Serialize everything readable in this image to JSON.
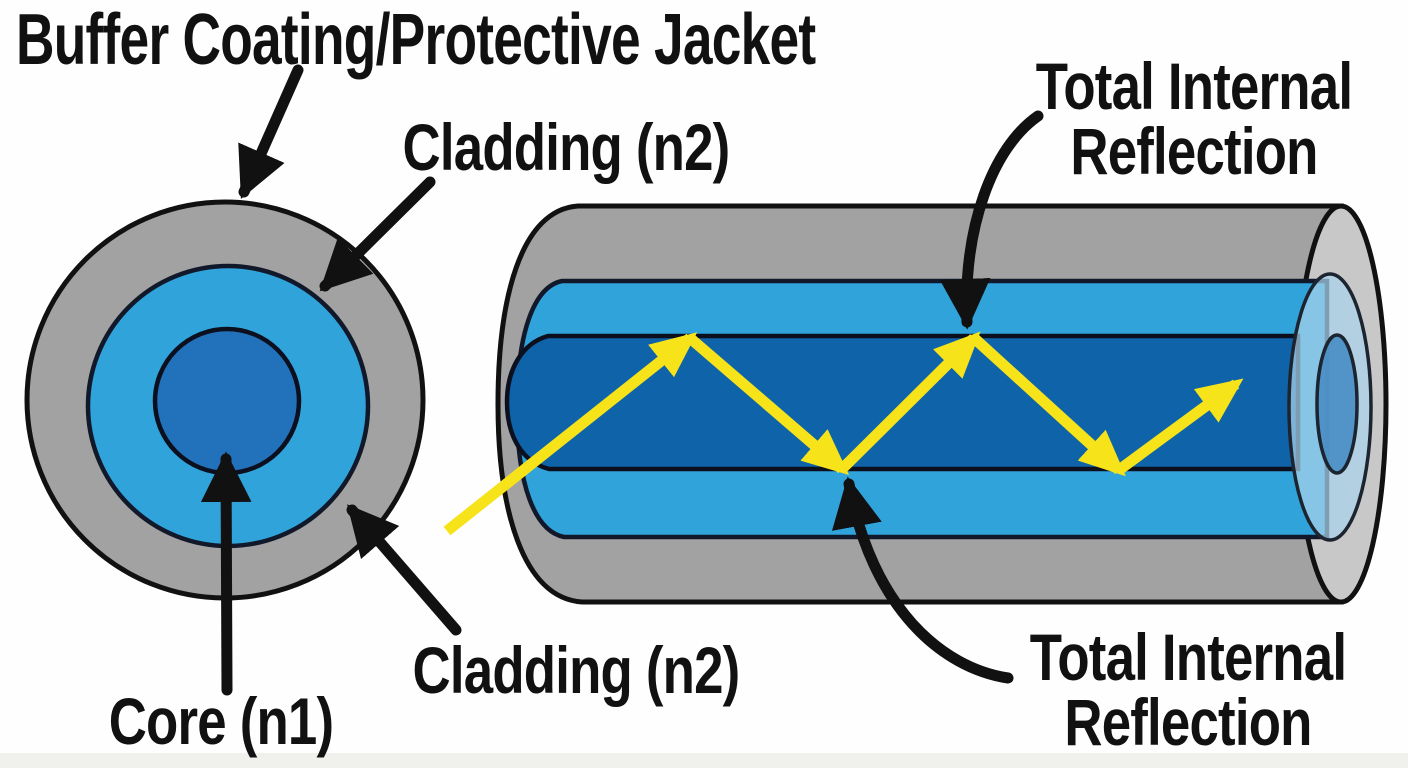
{
  "labels": {
    "buffer_jacket": "Buffer Coating/Protective Jacket",
    "cladding_top": "Cladding (n2)",
    "cladding_bottom": "Cladding (n2)",
    "core": "Core (n1)",
    "tir_top_line1": "Total Internal",
    "tir_top_line2": "Reflection",
    "tir_bottom_line1": "Total Internal",
    "tir_bottom_line2": "Reflection"
  },
  "colors": {
    "jacket_gray": "#a2a2a2",
    "jacket_gray_light": "#c8c8c8",
    "cladding_blue": "#31a3db",
    "core_blue": "#0f63a8",
    "core_circle_blue": "#2272bb",
    "cap_cladding_blue": "#a9d3ea",
    "cap_core_blue": "#4a8ec6",
    "ray_yellow": "#f6e319",
    "outline_black": "#111111",
    "text_black": "#111111"
  }
}
